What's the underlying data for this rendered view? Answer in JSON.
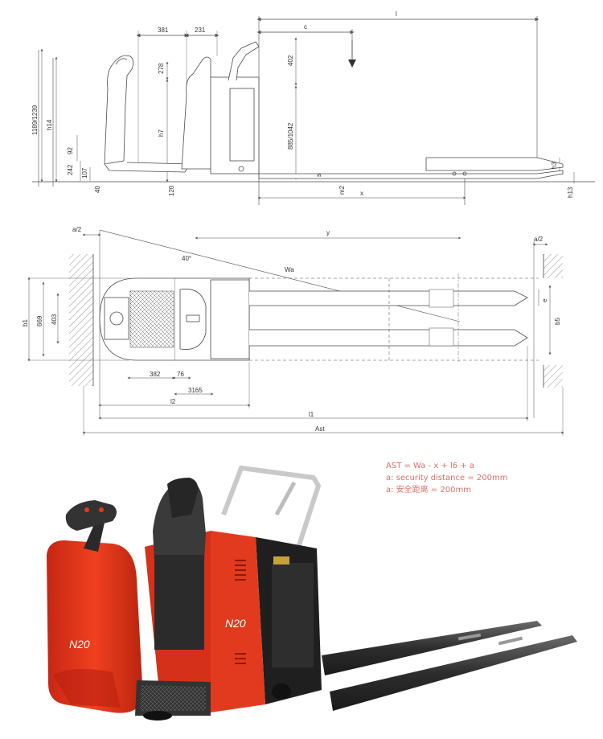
{
  "side_view": {
    "dims": {
      "l": "l",
      "c": "c",
      "d381": "381",
      "d231": "231",
      "d278": "278",
      "d402": "402",
      "h7": "h7",
      "h14": "h14",
      "d1189": "1189/1239",
      "d885": "885/1042",
      "d92": "92",
      "d242": "242",
      "d107": "107",
      "d40": "40",
      "d120": "120",
      "s": "s",
      "m2": "m2",
      "x": "x",
      "h3": "h3",
      "h13": "h13"
    }
  },
  "top_view": {
    "dims": {
      "a2_left": "a/2",
      "a2_right": "a/2",
      "y": "y",
      "wa": "Wa",
      "angle": "40°",
      "b1": "b1",
      "d669": "669",
      "d403": "403",
      "e": "e",
      "b5": "b5",
      "d382": "382",
      "d76": "76",
      "d3165": "3165",
      "l2": "l2",
      "l1": "l1",
      "ast": "Ast"
    }
  },
  "formula": {
    "line1": "AST = Wa - x + l6 + a",
    "line2": "a: security distance = 200mm",
    "line3": "a: 安全距离 = 200mm"
  },
  "photo": {
    "badge_front": "N20",
    "badge_side": "N20"
  },
  "colors": {
    "line": "#4a4a4a",
    "accent": "#d9706a",
    "truck_red": "#e8351c",
    "truck_dark": "#2b2b2b"
  }
}
